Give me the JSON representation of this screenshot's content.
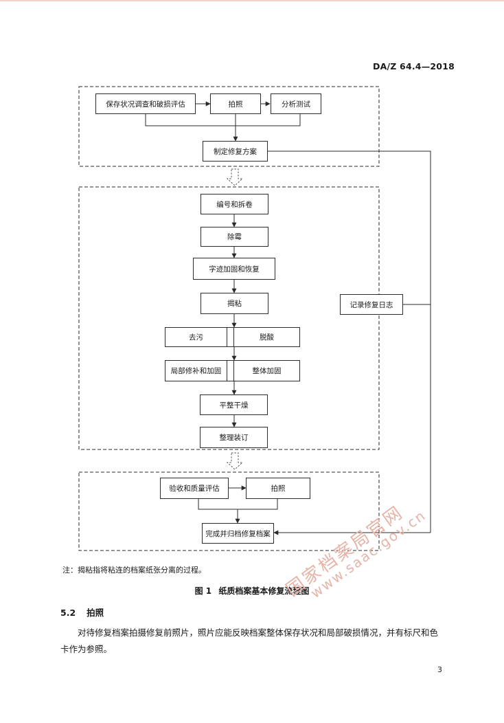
{
  "header": {
    "doc_code": "DA/Z 64.4—2018"
  },
  "flowchart": {
    "stage1": {
      "survey": "保存状况调查和破损评估",
      "photo": "拍照",
      "analysis": "分析测试",
      "plan": "制定修复方案"
    },
    "stage2": {
      "number": "编号和拆卷",
      "mold": "除霉",
      "ink": "字迹加固和恢复",
      "separate": "揭粘",
      "decontam": "去污",
      "deacid": "脱酸",
      "repair": "局部修补和加固",
      "overall": "整体加固",
      "flatten": "平整干燥",
      "binding": "整理装订"
    },
    "stage3": {
      "accept": "验收和质量评估",
      "photo": "拍照",
      "archive": "完成并归档修复档案"
    },
    "log": "记录修复日志"
  },
  "note": "注：揭粘指将粘连的档案纸张分离的过程。",
  "figure": {
    "label": "图 1",
    "title": "纸质档案基本修复流程图"
  },
  "section": {
    "number": "5.2",
    "title": "拍照",
    "body": "对待修复档案拍摄修复前照片，照片应能反映档案整体保存状况和局部破损情况，并有标尺和色卡作为参照。"
  },
  "page_number": "3",
  "watermark": {
    "line1": "国家档案局官网",
    "line2": "www.saac.gov.cn"
  }
}
